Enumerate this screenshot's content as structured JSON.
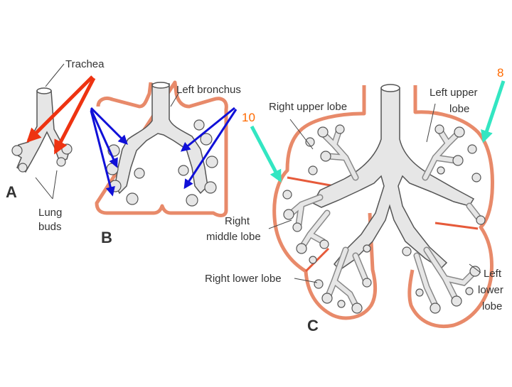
{
  "labels": {
    "trachea": "Trachea",
    "lung_buds_line1": "Lung",
    "lung_buds_line2": "buds",
    "panel_a": "A",
    "left_bronchus": "Left bronchus",
    "panel_b": "B",
    "right_upper_lobe": "Right upper lobe",
    "left_upper_lobe_line1": "Left upper",
    "left_upper_lobe_line2": "lobe",
    "right_middle_lobe_line1": "Right",
    "right_middle_lobe_line2": "middle lobe",
    "right_lower_lobe": "Right lower lobe",
    "left_lower_lobe_line1": "Left",
    "left_lower_lobe_line2": "lower",
    "left_lower_lobe_line3": "lobe",
    "panel_c": "C"
  },
  "annotations": {
    "number_10": "10",
    "number_8": "8"
  },
  "colors": {
    "red_arrow": "#ee3311",
    "blue_arrow": "#1010d8",
    "cyan_arrow": "#33e6c2",
    "number_orange": "#ff6a00",
    "mesenchyme": "#e88a6a",
    "organ_fill": "#e6e6e6",
    "organ_stroke": "#555555"
  }
}
